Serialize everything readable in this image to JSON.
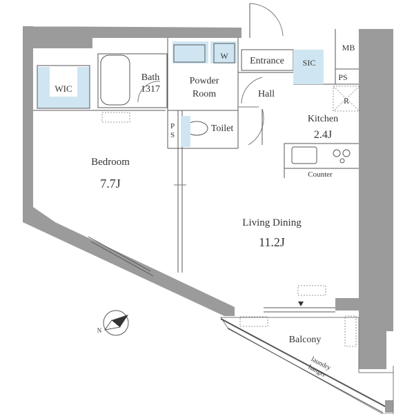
{
  "rooms": {
    "wic": "WIC",
    "bath_name": "Bath",
    "bath_size": "1317",
    "powder_line1": "Powder",
    "powder_line2": "Room",
    "washer": "W",
    "entrance": "Entrance",
    "sic": "SIC",
    "mb": "MB",
    "ps_right": "PS",
    "hall": "Hall",
    "fridge": "R",
    "kitchen_name": "Kitchen",
    "kitchen_size": "2.4J",
    "ps_left_top": "P",
    "ps_left_bottom": "S",
    "toilet": "Toilet",
    "counter": "Counter",
    "bedroom_name": "Bedroom",
    "bedroom_size": "7.7J",
    "living_name": "Living Dining",
    "living_size": "11.2J",
    "balcony": "Balcony",
    "laundry_line1": "laundry",
    "laundry_line2": "hanger"
  },
  "compass": {
    "north_label": "N"
  },
  "colors": {
    "wall": "#9b9b9b",
    "fixture_blue": "#cfe6f2"
  }
}
